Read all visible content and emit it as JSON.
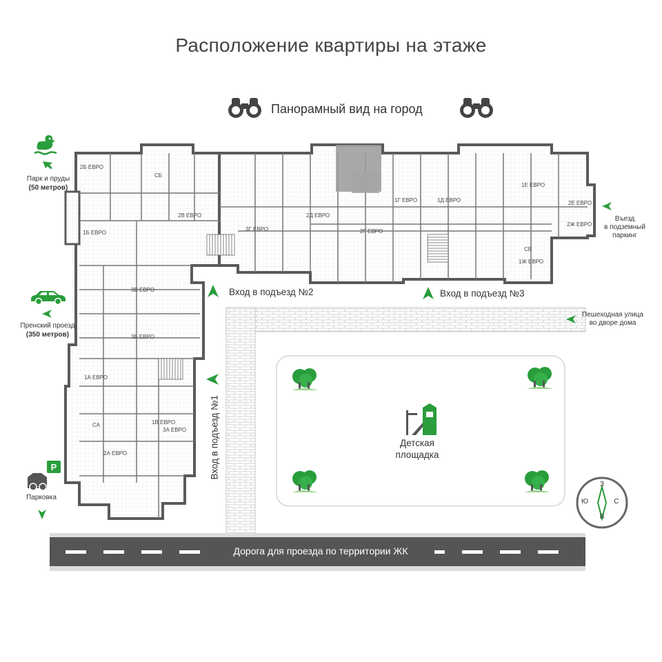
{
  "title": "Расположение квартиры на этаже",
  "panorama_label": "Панорамный вид на город",
  "left_labels": {
    "park": "Парк и пруды",
    "park_distance": "(50 метров)",
    "proezd": "Пpeнский проезд",
    "proezd_distance": "(350 метров)",
    "parking": "Парковка",
    "parking_sign": "P"
  },
  "right_labels": {
    "underground_entry": [
      "Въезд",
      "в подземный",
      "паркинг"
    ],
    "pedestrian": [
      "Пешеходная улица",
      "во дворе дома"
    ]
  },
  "entrances": {
    "e1": "Вход в подъезд №1",
    "e2": "Вход в подъезд №2",
    "e3": "Вход в подъезд №3"
  },
  "playground": [
    "Детская",
    "площадка"
  ],
  "road": "Дорога для проезда по территории ЖК",
  "compass": {
    "n": "З",
    "s": "В",
    "w": "Ю",
    "e": "С"
  },
  "apartments": [
    {
      "label": "2Б ЕВРО"
    },
    {
      "label": "СБ"
    },
    {
      "label": "2В ЕВРО"
    },
    {
      "label": "3Г ЕВРО"
    },
    {
      "label": "2Д ЕВРО"
    },
    {
      "label": "2Г ЕВРО"
    },
    {
      "label": "1Г ЕВРО"
    },
    {
      "label": "1Д ЕВРО"
    },
    {
      "label": "1Е ЕВРО"
    },
    {
      "label": "2Е ЕВРО"
    },
    {
      "label": "2Ж ЕВРО"
    },
    {
      "label": "СВ"
    },
    {
      "label": "1Ж ЕВРО"
    },
    {
      "label": "1Б ЕВРО"
    },
    {
      "label": "3В ЕВРО"
    },
    {
      "label": "3Б ЕВРО"
    },
    {
      "label": "1А ЕВРО"
    },
    {
      "label": "СА"
    },
    {
      "label": "3А ЕВРО"
    },
    {
      "label": "2А ЕВРО"
    },
    {
      "label": "1В ЕВРО"
    }
  ],
  "colors": {
    "accent": "#2a9d3c",
    "wall": "#5a5a5a",
    "road": "#555555",
    "highlight": "#9a9a9a"
  }
}
